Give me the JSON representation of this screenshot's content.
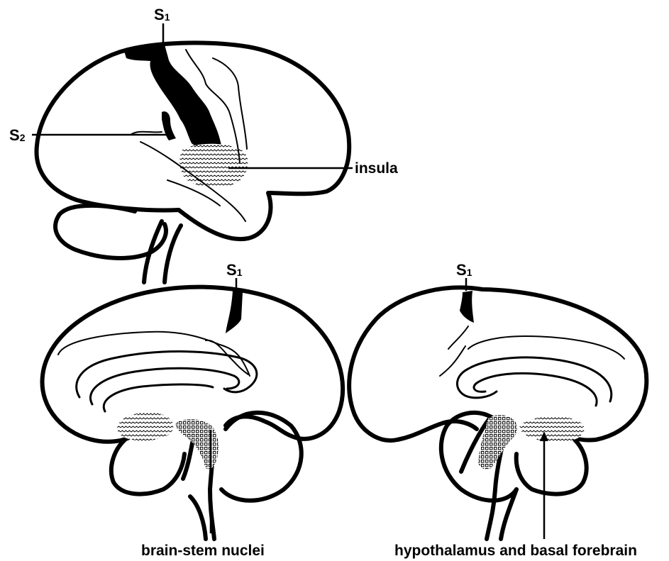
{
  "labels": {
    "s1_lateral": {
      "main": "S",
      "sub": "1"
    },
    "s2_lateral": {
      "main": "S",
      "sub": "2"
    },
    "insula": "insula",
    "s1_medial_left": {
      "main": "S",
      "sub": "1"
    },
    "s1_medial_right": {
      "main": "S",
      "sub": "1"
    },
    "brainstem_nuclei": "brain-stem nuclei",
    "hypothalamus_basal_forebrain": "hypothalamus and basal forebrain"
  },
  "colors": {
    "ink": "#000000",
    "paper": "#ffffff"
  }
}
